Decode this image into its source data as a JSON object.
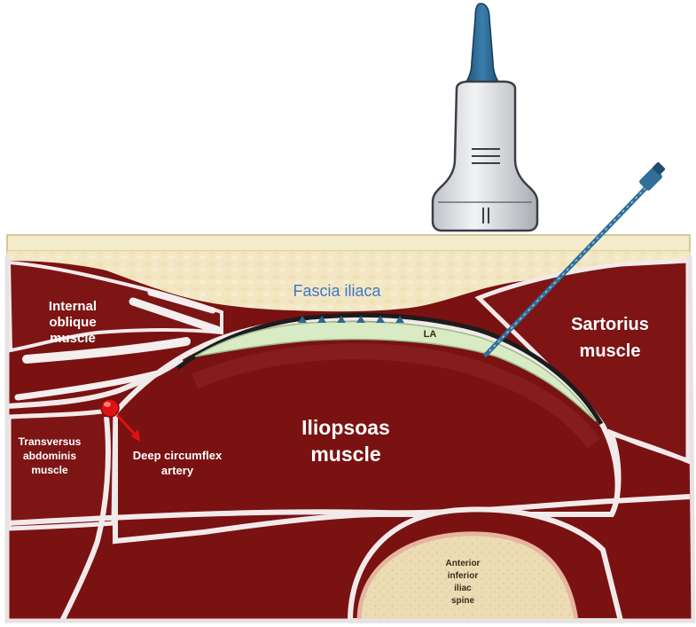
{
  "labels": {
    "fascia": "Fascia iliaca",
    "internal_oblique": [
      "Internal",
      "oblique",
      "muscle"
    ],
    "sartorius": [
      "Sartorius",
      "muscle"
    ],
    "iliopsoas": [
      "Iliopsoas",
      "muscle"
    ],
    "transversus": [
      "Transversus",
      "abdominis",
      "muscle"
    ],
    "artery": [
      "Deep circumflex",
      "artery"
    ],
    "spine": [
      "Anterior",
      "inferior",
      "iliac",
      "spine"
    ],
    "la": "LA"
  },
  "colors": {
    "muscle": "#7a1212",
    "muscle_light": "#8e2020",
    "fat": "#f3e7c3",
    "bone": "#e8d8b0",
    "fascia_text": "#3c78c8",
    "la_fluid": "#d9ebc4",
    "needle": "#2f6f99",
    "artery": "#e01010"
  },
  "icons": {
    "probe": "ultrasound-probe-icon",
    "needle": "needle-icon",
    "artery": "artery-icon"
  }
}
